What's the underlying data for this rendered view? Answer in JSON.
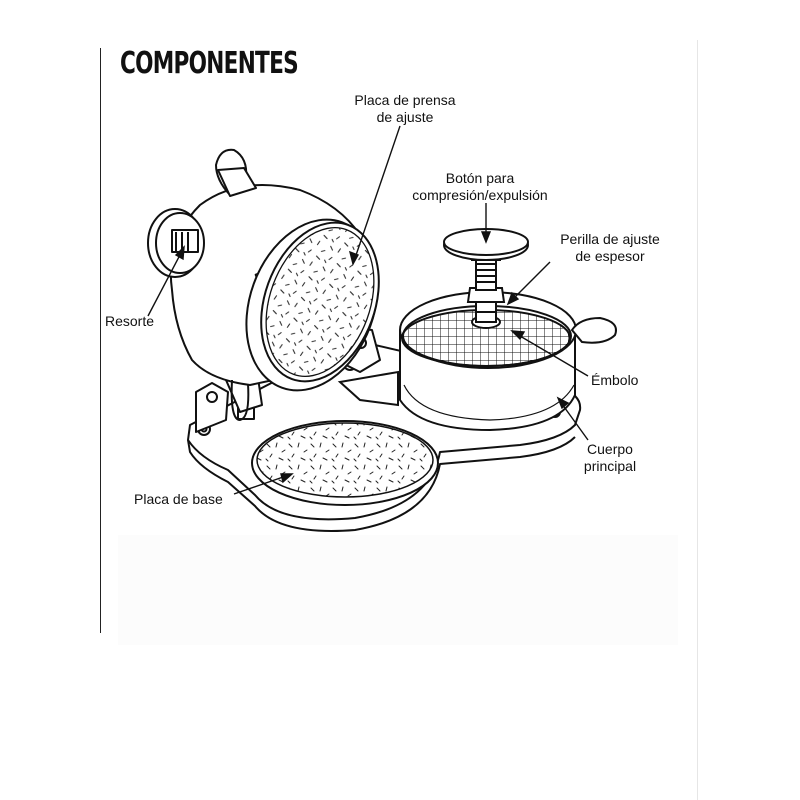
{
  "title": "COMPONENTES",
  "labels": {
    "placa_prensa": {
      "line1": "Placa de prensa",
      "line2": "de ajuste"
    },
    "boton": {
      "line1": "Botón para",
      "line2": "compresión/expulsión"
    },
    "perilla": {
      "line1": "Perilla de ajuste",
      "line2": "de espesor"
    },
    "resorte": "Resorte",
    "embolo": "Émbolo",
    "cuerpo": {
      "line1": "Cuerpo",
      "line2": "principal"
    },
    "placa_base": "Placa de base"
  }
}
